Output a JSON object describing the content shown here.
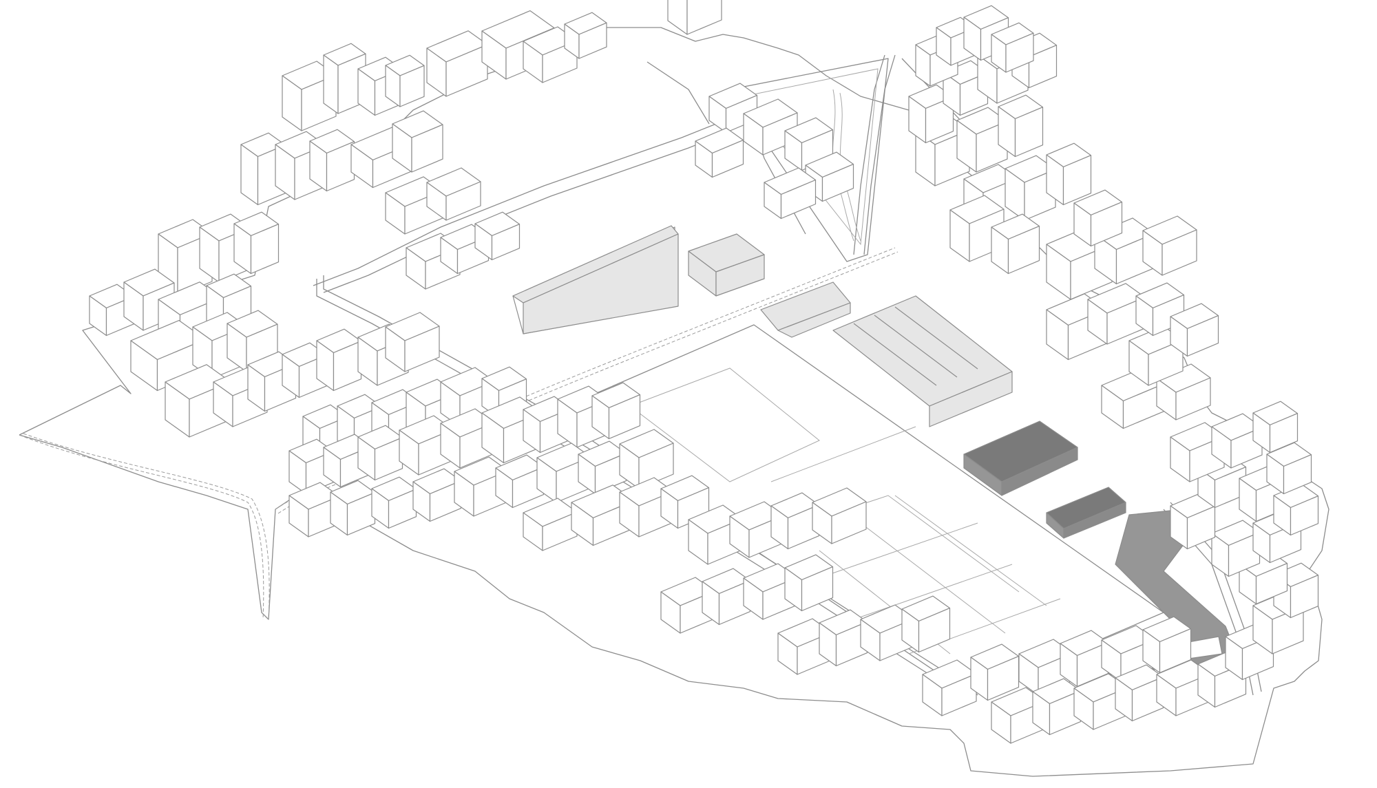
{
  "diagram": {
    "kind": "axonometric urban site plan",
    "text_labels": [],
    "colors": {
      "background": "#ffffff",
      "outline": "#8c8c8c",
      "building_face_white": "#ffffff",
      "highlight_light": "#e6e6e6",
      "highlight_dark": "#969696"
    },
    "highlighted_buildings": [
      {
        "id": "light-block-long",
        "tone": "light"
      },
      {
        "id": "light-block-cube",
        "tone": "light"
      },
      {
        "id": "light-block-roofed",
        "tone": "light"
      },
      {
        "id": "light-block-comb",
        "tone": "light"
      },
      {
        "id": "dark-block-large",
        "tone": "dark"
      },
      {
        "id": "dark-block-small",
        "tone": "dark"
      },
      {
        "id": "dark-l-shaped-area",
        "tone": "dark"
      }
    ]
  }
}
